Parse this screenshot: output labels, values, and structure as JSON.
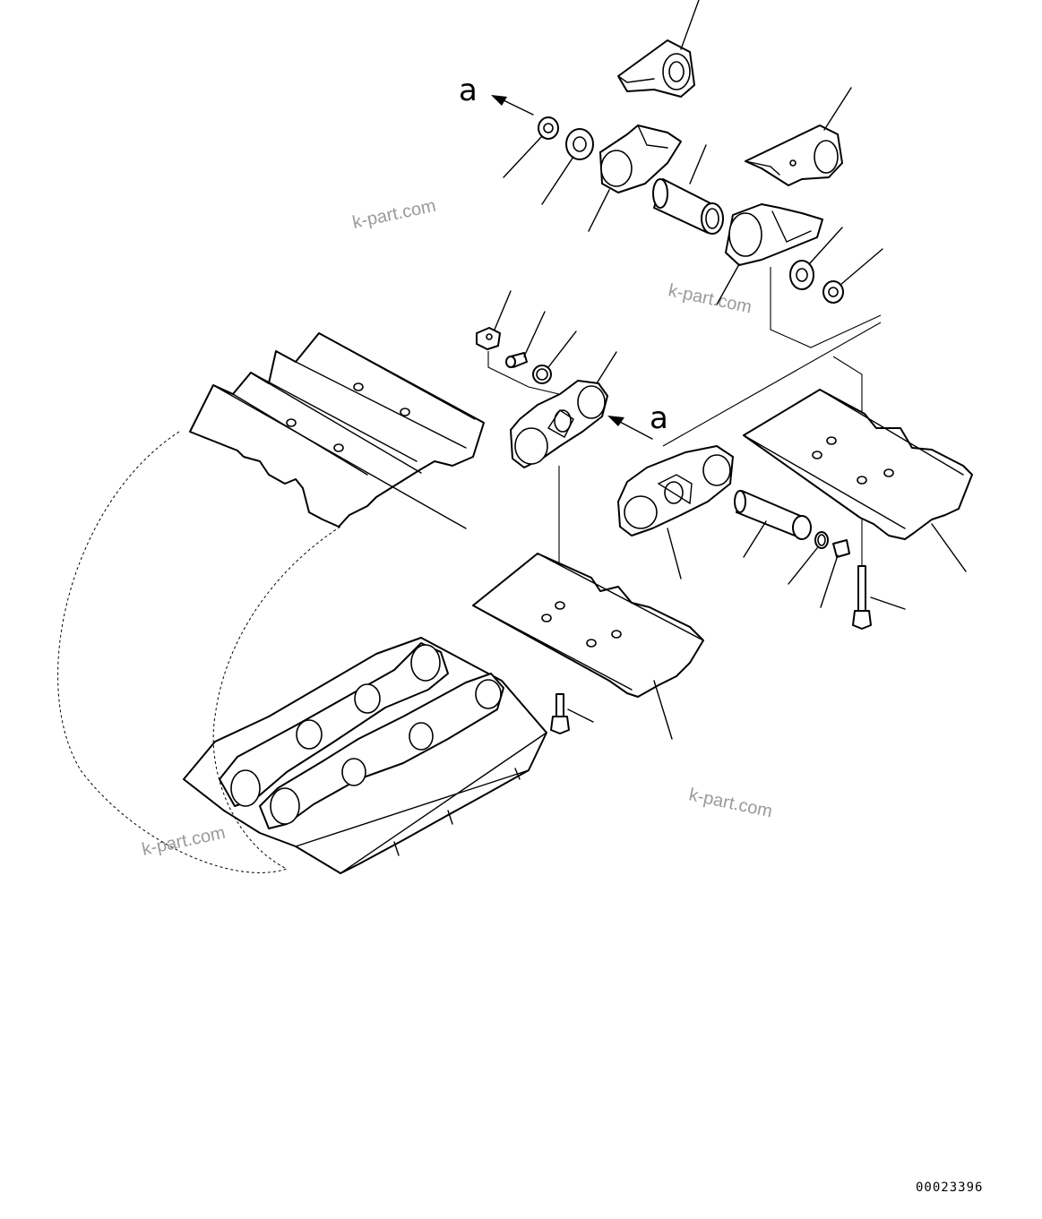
{
  "diagram": {
    "marker_a": "a",
    "watermark": "k-part.com",
    "drawing_number": "00023396"
  }
}
